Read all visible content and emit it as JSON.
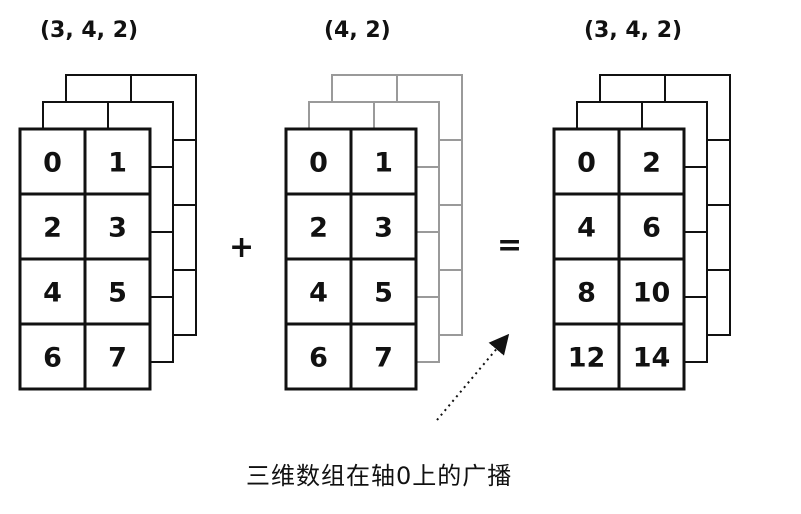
{
  "labels": {
    "left_shape": "(3, 4, 2)",
    "middle_shape": "(4, 2)",
    "right_shape": "(3, 4, 2)"
  },
  "operators": {
    "plus": "+",
    "equals": "="
  },
  "arrays": {
    "left": [
      [
        "0",
        "1"
      ],
      [
        "2",
        "3"
      ],
      [
        "4",
        "5"
      ],
      [
        "6",
        "7"
      ]
    ],
    "middle": [
      [
        "0",
        "1"
      ],
      [
        "2",
        "3"
      ],
      [
        "4",
        "5"
      ],
      [
        "6",
        "7"
      ]
    ],
    "right": [
      [
        "0",
        "2"
      ],
      [
        "4",
        "6"
      ],
      [
        "8",
        "10"
      ],
      [
        "12",
        "14"
      ]
    ]
  },
  "caption": "三维数组在轴0上的广播",
  "colors": {
    "stroke": "#111111",
    "ghost_stroke": "#9a9a9a",
    "fill": "#ffffff"
  }
}
